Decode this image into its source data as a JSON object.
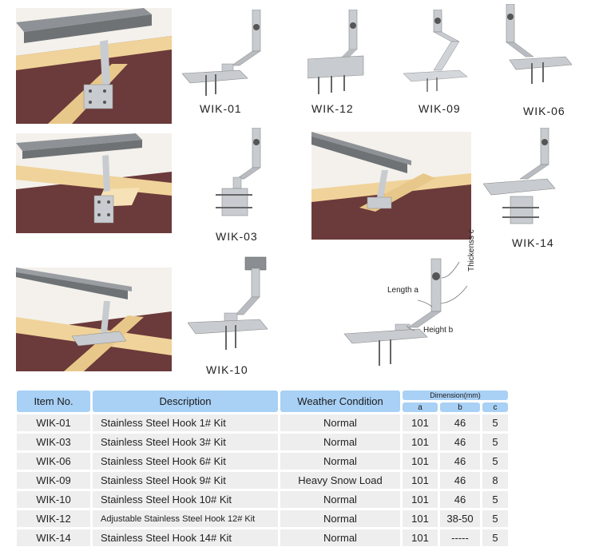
{
  "products": {
    "wik01": "WIK-01",
    "wik12": "WIK-12",
    "wik09": "WIK-09",
    "wik06": "WIK-06",
    "wik03": "WIK-03",
    "wik14": "WIK-14",
    "wik10": "WIK-10"
  },
  "diagram": {
    "length_label": "Length a",
    "height_label": "Height b",
    "thickness_label": "Thickenss c"
  },
  "table": {
    "headers": {
      "item_no": "Item No.",
      "description": "Description",
      "weather": "Weather Condition",
      "dimension": "Dimension(mm)",
      "a": "a",
      "b": "b",
      "c": "c"
    },
    "rows": [
      {
        "item": "WIK-01",
        "description": "Stainless Steel Hook 1# Kit",
        "weather": "Normal",
        "a": "101",
        "b": "46",
        "c": "5"
      },
      {
        "item": "WIK-03",
        "description": "Stainless Steel Hook 3# Kit",
        "weather": "Normal",
        "a": "101",
        "b": "46",
        "c": "5"
      },
      {
        "item": "WIK-06",
        "description": "Stainless Steel Hook 6# Kit",
        "weather": "Normal",
        "a": "101",
        "b": "46",
        "c": "5"
      },
      {
        "item": "WIK-09",
        "description": "Stainless Steel Hook 9# Kit",
        "weather": "Heavy Snow Load",
        "a": "101",
        "b": "46",
        "c": "8"
      },
      {
        "item": "WIK-10",
        "description": "Stainless Steel Hook 10# Kit",
        "weather": "Normal",
        "a": "101",
        "b": "46",
        "c": "5"
      },
      {
        "item": "WIK-12",
        "description": "Adjustable Stainless Steel Hook 12# Kit",
        "weather": "Normal",
        "a": "101",
        "b": "38-50",
        "c": "5"
      },
      {
        "item": "WIK-14",
        "description": "Stainless Steel Hook 14# Kit",
        "weather": "Normal",
        "a": "101",
        "b": "-----",
        "c": "5"
      }
    ]
  },
  "colors": {
    "header_bg": "#a9d0f5",
    "cell_bg": "#eeeeee",
    "timber": "#f0d39a",
    "roof_deck": "#6b3a3a",
    "rail": "#8e9296",
    "steel": "#c8ccd0"
  }
}
